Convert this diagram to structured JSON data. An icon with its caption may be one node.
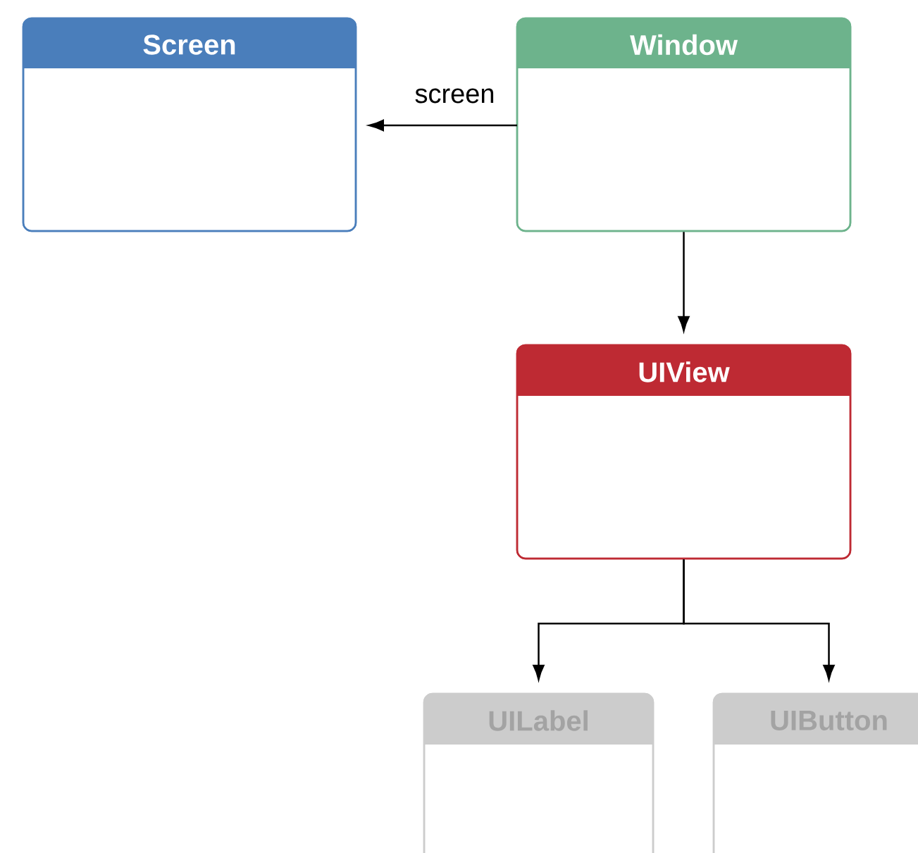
{
  "diagram": {
    "nodes": [
      {
        "text": [
          "Screen"
        ]
      },
      {
        "text": [
          "Window"
        ]
      },
      {
        "text": [
          "UIView"
        ]
      },
      {
        "text": [
          "UILabel"
        ]
      },
      {
        "text": [
          "UIButton"
        ]
      }
    ],
    "edges": [
      {
        "from": 1,
        "to": 0,
        "arrow": "to",
        "label": "screen"
      },
      {
        "from": 1,
        "to": 2,
        "arrow": "to"
      },
      {
        "from": 2,
        "to": 3,
        "arrow": "to"
      },
      {
        "from": 2,
        "to": 4,
        "arrow": "to"
      }
    ]
  }
}
